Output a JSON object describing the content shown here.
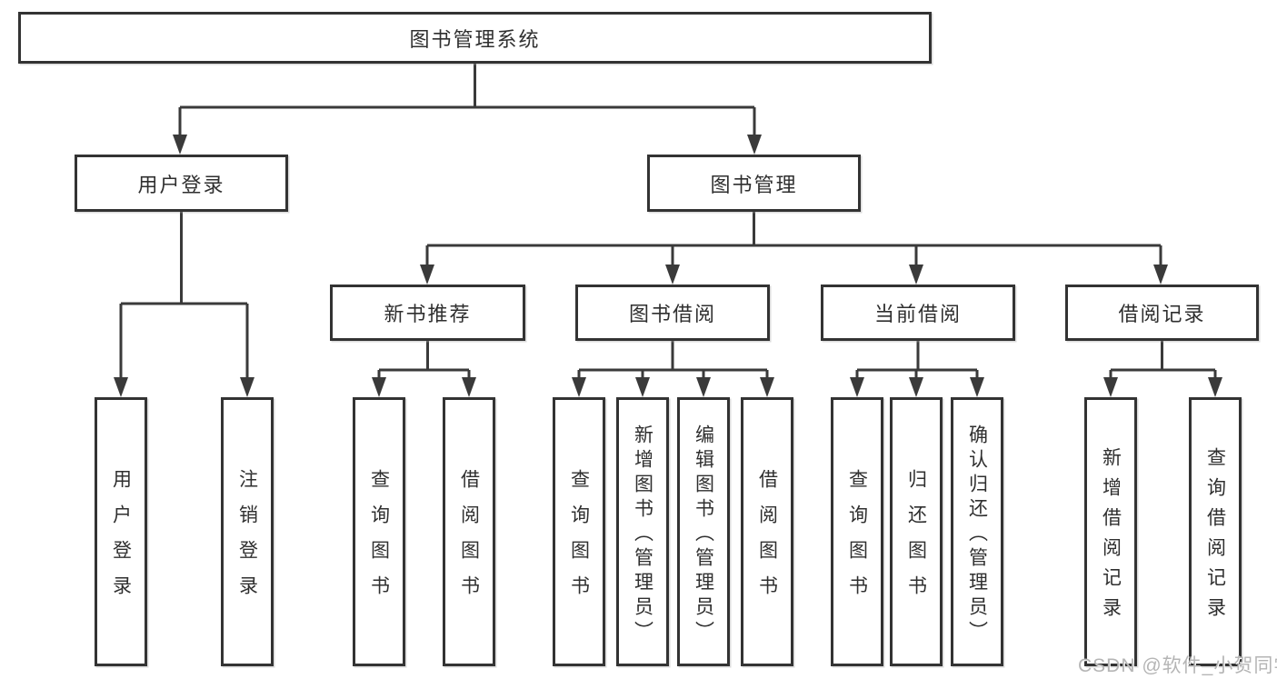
{
  "tree": {
    "root": {
      "label": "图书管理系统"
    },
    "level2": [
      {
        "label": "用户登录",
        "children": [
          {
            "label": "用户登录"
          },
          {
            "label": "注销登录"
          }
        ]
      },
      {
        "label": "图书管理",
        "children": [
          {
            "label": "新书推荐",
            "children": [
              {
                "label": "查询图书"
              },
              {
                "label": "借阅图书"
              }
            ]
          },
          {
            "label": "图书借阅",
            "children": [
              {
                "label": "查询图书"
              },
              {
                "label": "新增图书（管理员）"
              },
              {
                "label": "编辑图书（管理员）"
              },
              {
                "label": "借阅图书"
              }
            ]
          },
          {
            "label": "当前借阅",
            "children": [
              {
                "label": "查询图书"
              },
              {
                "label": "归还图书"
              },
              {
                "label": "确认归还（管理员）"
              }
            ]
          },
          {
            "label": "借阅记录",
            "children": [
              {
                "label": "新增借阅记录"
              },
              {
                "label": "查询借阅记录"
              }
            ]
          }
        ]
      }
    ]
  },
  "watermark": {
    "text": "CSDN @软件_小贺同学"
  },
  "colors": {
    "line": "#3a3a3a",
    "box_border": "#333333",
    "box_text": "#2f2f2f",
    "background": "#ffffff",
    "watermark": "#b5b5b5"
  }
}
